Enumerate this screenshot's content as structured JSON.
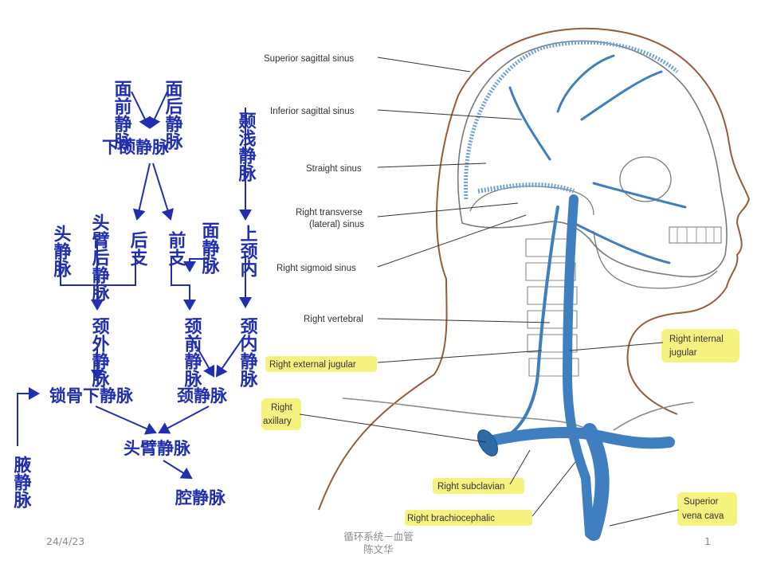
{
  "flowchart": {
    "top_left_1": "面前静脉",
    "top_left_2": "面后静脉",
    "mandibular_vein": "下颌静脉",
    "temporal_vein": "颞浅静脉",
    "col_a": "头静脉",
    "col_b": "头臂后静脉",
    "col_c": "后支",
    "col_d": "前支",
    "col_e": "面静脉",
    "col_f": "上颈内",
    "ext_jugular_vertical": "颈外静脉",
    "ant_jugular": "颈前静脉",
    "int_jugular": "颈内静脉",
    "subclavian": "锁骨下静脉",
    "jugular": "颈静脉",
    "brachiocephalic": "头臂静脉",
    "svc": "腔静脉",
    "axillary_vertical": "腋静脉"
  },
  "anatomy_labels": {
    "superior_sagittal": "Superior sagittal sinus",
    "inferior_sagittal": "Inferior sagittal sinus",
    "straight": "Straight sinus",
    "transverse_1": "Right transverse",
    "transverse_2": "(lateral) sinus",
    "sigmoid": "Right sigmoid sinus",
    "vertebral": "Right vertebral",
    "ext_jugular": "Right external jugular",
    "int_jugular_1": "Right internal",
    "int_jugular_2": "jugular",
    "axillary_1": "Right",
    "axillary_2": "axillary",
    "subclavian": "Right subclavian",
    "brachiocephalic": "Right brachiocephalic",
    "svc_1": "Superior",
    "svc_2": "vena cava"
  },
  "footer": {
    "date": "24/4/23",
    "title_1": "循环系统－血管",
    "title_2": "陈文华",
    "page": "1"
  },
  "colors": {
    "flow_blue": "#1f2fb0",
    "vein_blue": "#3f7fc0",
    "skin_outline": "#9a5a3a",
    "highlight": "#f4f06a"
  }
}
